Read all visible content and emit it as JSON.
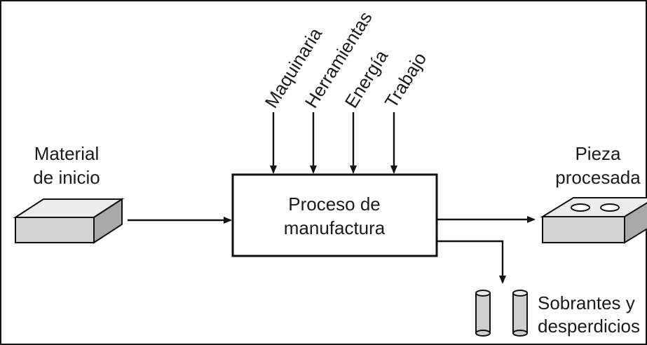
{
  "diagram": {
    "process": {
      "line1": "Proceso de",
      "line2": "manufactura"
    },
    "start_material": {
      "line1": "Material",
      "line2": "de inicio"
    },
    "processed_part": {
      "line1": "Pieza",
      "line2": "procesada"
    },
    "waste": {
      "line1": "Sobrantes y",
      "line2": "desperdicios"
    },
    "inputs": [
      "Maquinaria",
      "Herramientas",
      "Energía",
      "Trabajo"
    ]
  },
  "colors": {
    "line": "#111111",
    "block_front": "#d4d4d4",
    "block_top": "#ececec",
    "block_side": "#a9a9a9",
    "cylinder_body": "#cfcfcf",
    "background": "#ffffff"
  },
  "icons": [
    "arrow-right-icon",
    "arrow-down-icon",
    "block-icon",
    "cylinder-icon"
  ]
}
